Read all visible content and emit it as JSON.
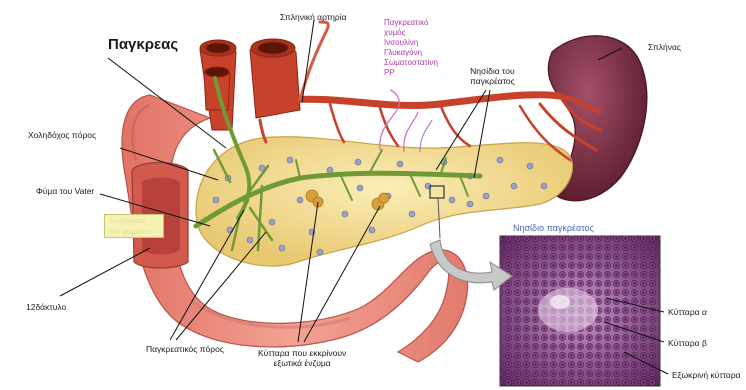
{
  "labels": {
    "title": "Παγκρεας",
    "splenic_artery": "Σπληνική αρτηρία",
    "spleen": "Σπλήνας",
    "hormones": [
      "Παγκρεατικό",
      "χυμός",
      "Ινσουλίνη",
      "Γλυκαγόνη",
      "Σωματοστατίνη",
      "PP"
    ],
    "islets": [
      "Νησίδια του",
      "παγκρέατος"
    ],
    "bile_duct": "Χοληδόχος πόρος",
    "vater": "Φύμα του Vater",
    "yellow_box": [
      "Σωληνάριο",
      "του φύματος"
    ],
    "duodenum": "12δάκτυλο",
    "pancreatic_ducts": "Παγκρεατικός πόρος",
    "acinar": [
      "Κύτταρα που εκκρίνουν",
      "εξωτικά ένζυμα"
    ],
    "histology_title": "Νησίδιο παγκρέατος",
    "alpha_cells": "Κύτταρα α",
    "beta_cells": "Κύτταρα β",
    "exocrine": "Εξωκρινή κύτταρα"
  },
  "colors": {
    "artery": "#c8412a",
    "pancreas": "#f2dc92",
    "duodenum": "#e8857a",
    "spleen": "#7a2a3e",
    "duct": "#6f9a35",
    "histology": "#7a3a7a"
  }
}
